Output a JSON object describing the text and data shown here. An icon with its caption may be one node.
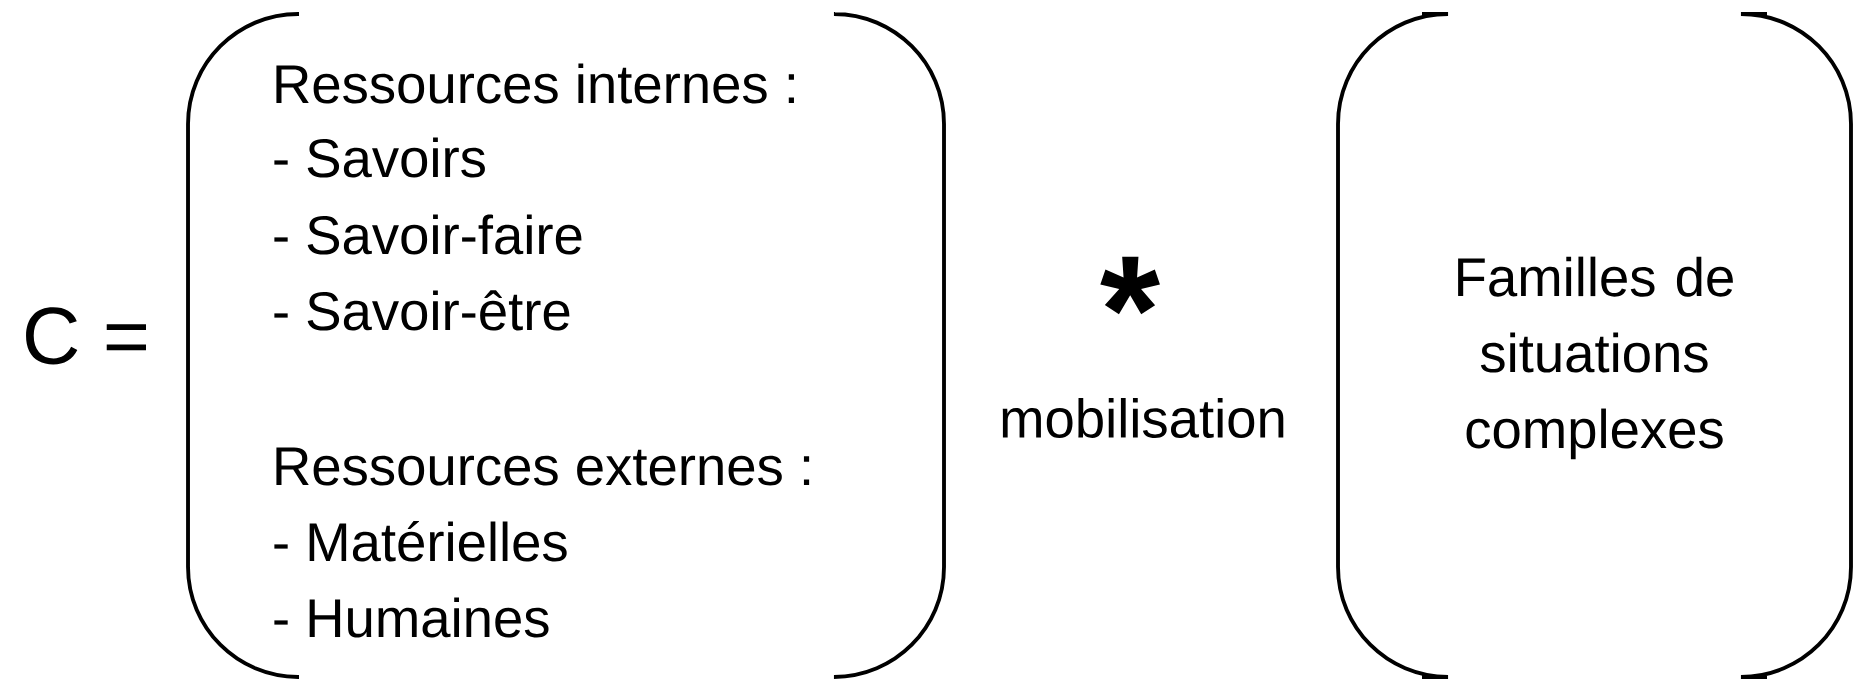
{
  "diagram": {
    "nodes": [
      {
        "text": [
          "Ressources internes :",
          "- Savoirs",
          "- Savoir-faire",
          "- Savoir-être",
          "Ressources externes :",
          "- Matérielles",
          "- Humaines"
        ]
      },
      {
        "text": [
          "Familles de situations complexes"
        ]
      }
    ],
    "labels": [
      "C =",
      "*",
      "mobilisation"
    ]
  }
}
